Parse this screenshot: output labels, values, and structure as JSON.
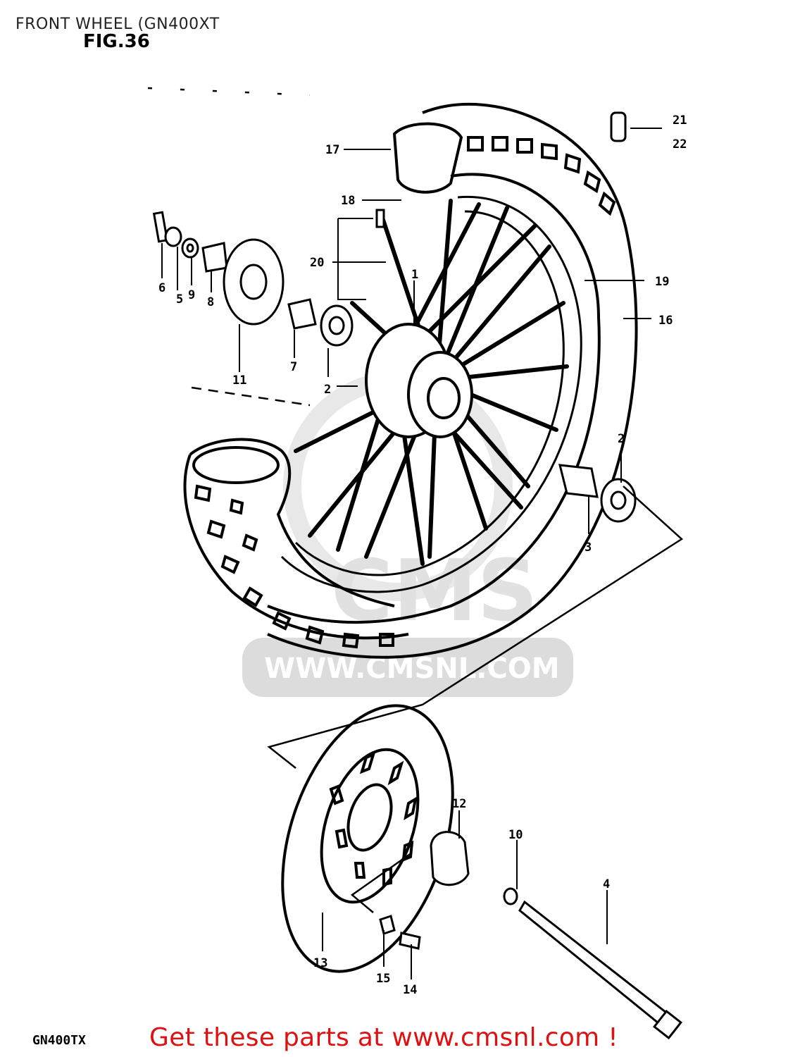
{
  "title": "FRONT WHEEL (GN400XT",
  "figure": "FIG.36",
  "model": "GN400TX",
  "watermark": {
    "brand": "CMS",
    "url": "WWW.CMSNL.COM"
  },
  "cta": "Get these parts at www.cmsnl.com !",
  "colors": {
    "cta": "#e01010",
    "ink": "#000000",
    "watermark": "#d9d9d9"
  },
  "callouts": [
    {
      "id": "c1",
      "label": "1"
    },
    {
      "id": "c2a",
      "label": "2"
    },
    {
      "id": "c2b",
      "label": "2"
    },
    {
      "id": "c3",
      "label": "3"
    },
    {
      "id": "c4",
      "label": "4"
    },
    {
      "id": "c5",
      "label": "5"
    },
    {
      "id": "c6",
      "label": "6"
    },
    {
      "id": "c7",
      "label": "7"
    },
    {
      "id": "c8",
      "label": "8"
    },
    {
      "id": "c9",
      "label": "9"
    },
    {
      "id": "c10",
      "label": "10"
    },
    {
      "id": "c11",
      "label": "11"
    },
    {
      "id": "c12",
      "label": "12"
    },
    {
      "id": "c13",
      "label": "13"
    },
    {
      "id": "c14",
      "label": "14"
    },
    {
      "id": "c15",
      "label": "15"
    },
    {
      "id": "c16",
      "label": "16"
    },
    {
      "id": "c17",
      "label": "17"
    },
    {
      "id": "c18",
      "label": "18"
    },
    {
      "id": "c19",
      "label": "19"
    },
    {
      "id": "c20",
      "label": "20"
    },
    {
      "id": "c21",
      "label": "21"
    },
    {
      "id": "c22",
      "label": "22"
    }
  ]
}
